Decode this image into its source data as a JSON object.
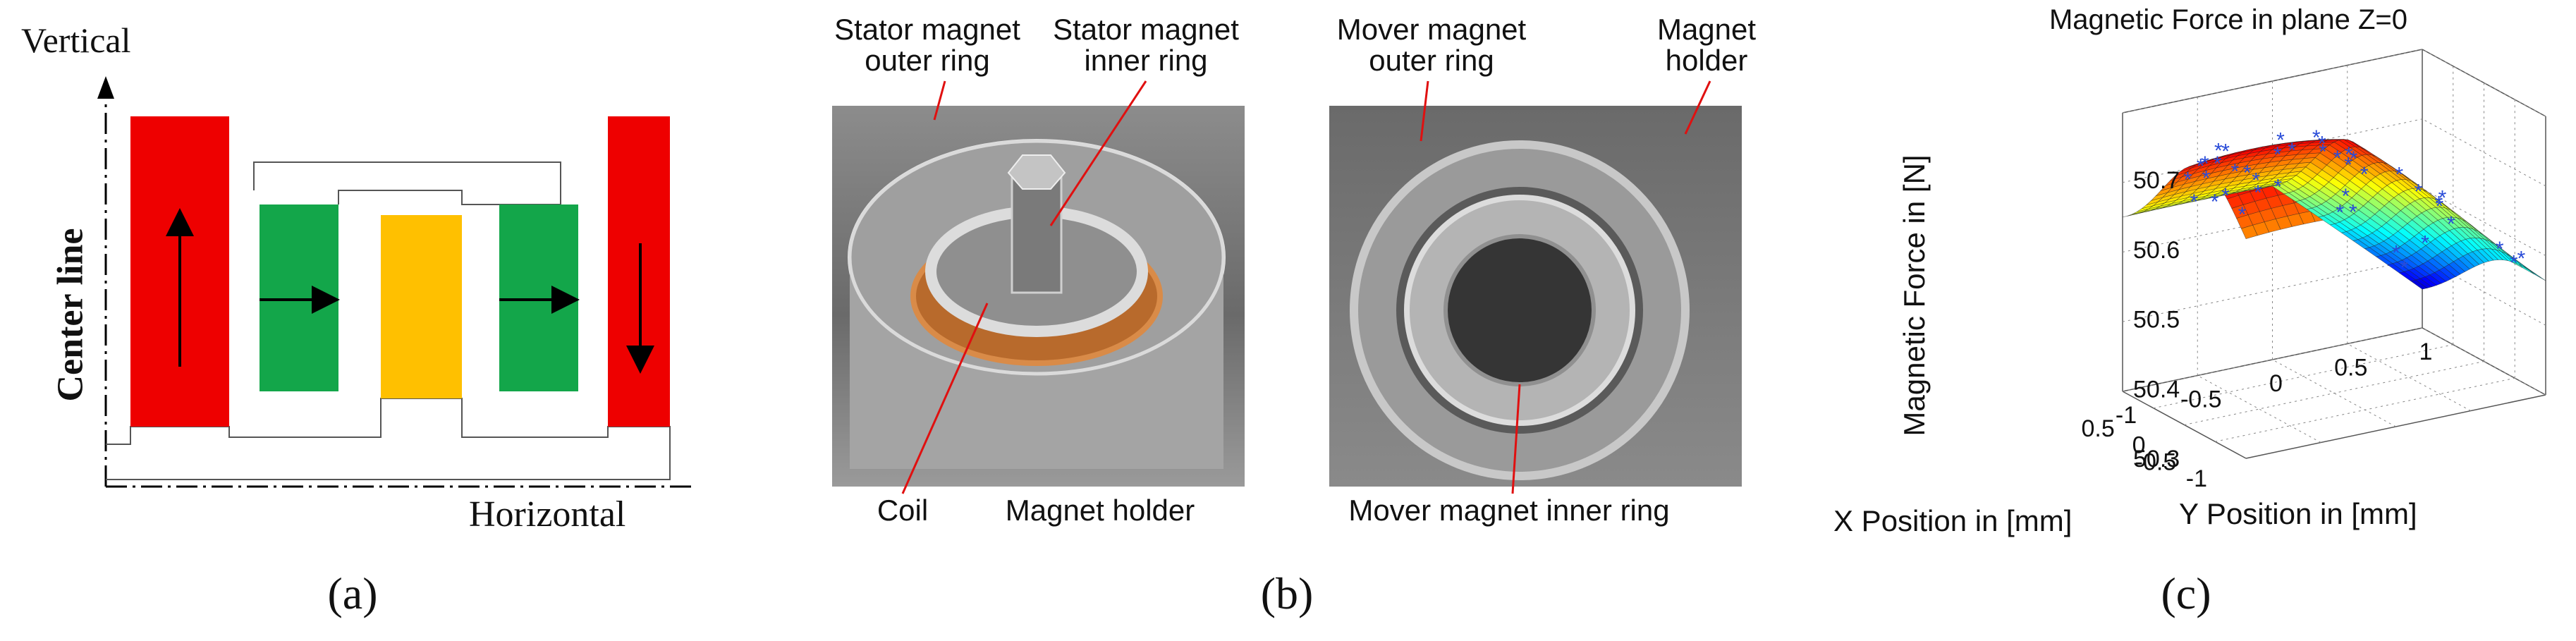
{
  "panel_a": {
    "axis_vertical": "Vertical",
    "axis_horizontal": "Horizontal",
    "center_line": "Center line",
    "caption": "(a)",
    "colors": {
      "outer_magnet": "#ee0000",
      "inner_magnet": "#13a64a",
      "coil": "#ffc000",
      "arrow": "#000000"
    }
  },
  "panel_b": {
    "caption": "(b)",
    "labels": {
      "stator_outer": "Stator magnet\nouter ring",
      "stator_inner": "Stator magnet\ninner ring",
      "coil": "Coil",
      "magnet_holder_left": "Magnet holder",
      "mover_outer": "Mover magnet\nouter ring",
      "magnet_holder_right": "Magnet\nholder",
      "mover_inner": "Mover magnet inner ring"
    }
  },
  "panel_c": {
    "caption": "(c)",
    "chart_data": {
      "type": "surface",
      "title": "Magnetic Force in plane Z=0",
      "zlabel": "Magnetic Force in [N]",
      "xlabel": "X Position in [mm]",
      "ylabel": "Y Position in [mm]",
      "z_ticks": [
        "50.7",
        "50.6",
        "50.5",
        "50.4",
        "50.3"
      ],
      "x_ticks": [
        "0.5",
        "0",
        "-0.5",
        "-1"
      ],
      "y_ticks": [
        "-1",
        "-0.5",
        "0",
        "0.5",
        "1"
      ],
      "xlim": [
        -1,
        1
      ],
      "ylim": [
        -1,
        1
      ],
      "zlim": [
        50.3,
        50.7
      ],
      "grid": true,
      "colormap": "jet",
      "marker_color": "#2a4cd8"
    }
  }
}
